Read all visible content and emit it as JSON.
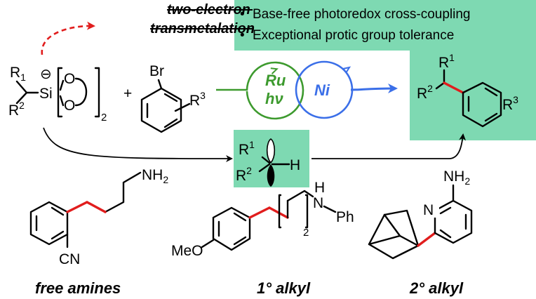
{
  "colors": {
    "highlight": "#7ed9b2",
    "ru_cycle": "#3d9a2e",
    "ni_cycle": "#3b6fe8",
    "new_bond": "#e11d1d",
    "dashed_arrow": "#e11d1d"
  },
  "header": {
    "struck_line_1": "two-electron",
    "struck_line_2": "transmetalation",
    "bullet_symbol": "•",
    "bullets": [
      "Base-free photoredox cross-coupling",
      "Exceptional protic group tolerance"
    ]
  },
  "reagents": {
    "silicate_R1": "R",
    "silicate_R1_sub": "1",
    "silicate_R2": "R",
    "silicate_R2_sup": "2",
    "silicon": "Si",
    "charge": "⊖",
    "oxygen": "O",
    "bracket_subscript": "2",
    "plus": "+",
    "bromo": "Br",
    "aryl_R3": "R",
    "aryl_R3_sup": "3"
  },
  "catalysts": {
    "ru": "Ru",
    "light": "hν",
    "ni": "Ni"
  },
  "radical": {
    "R1": "R",
    "R1_sup": "1",
    "R2": "R",
    "R2_sup": "2",
    "H": "H"
  },
  "product": {
    "R1": "R",
    "R1_sup": "1",
    "R2": "R",
    "R2_sup": "2",
    "R3": "R",
    "R3_sup": "3"
  },
  "examples": [
    {
      "caption": "free amines",
      "amine": "NH",
      "amine_sub": "2",
      "nitrile": "CN"
    },
    {
      "caption": "1° alkyl",
      "methoxy": "MeO",
      "n": "N",
      "h": "H",
      "ph": "Ph",
      "chain_sub": "2"
    },
    {
      "caption": "2° alkyl",
      "amine": "NH",
      "amine_sub": "2",
      "ring_n": "N"
    }
  ]
}
